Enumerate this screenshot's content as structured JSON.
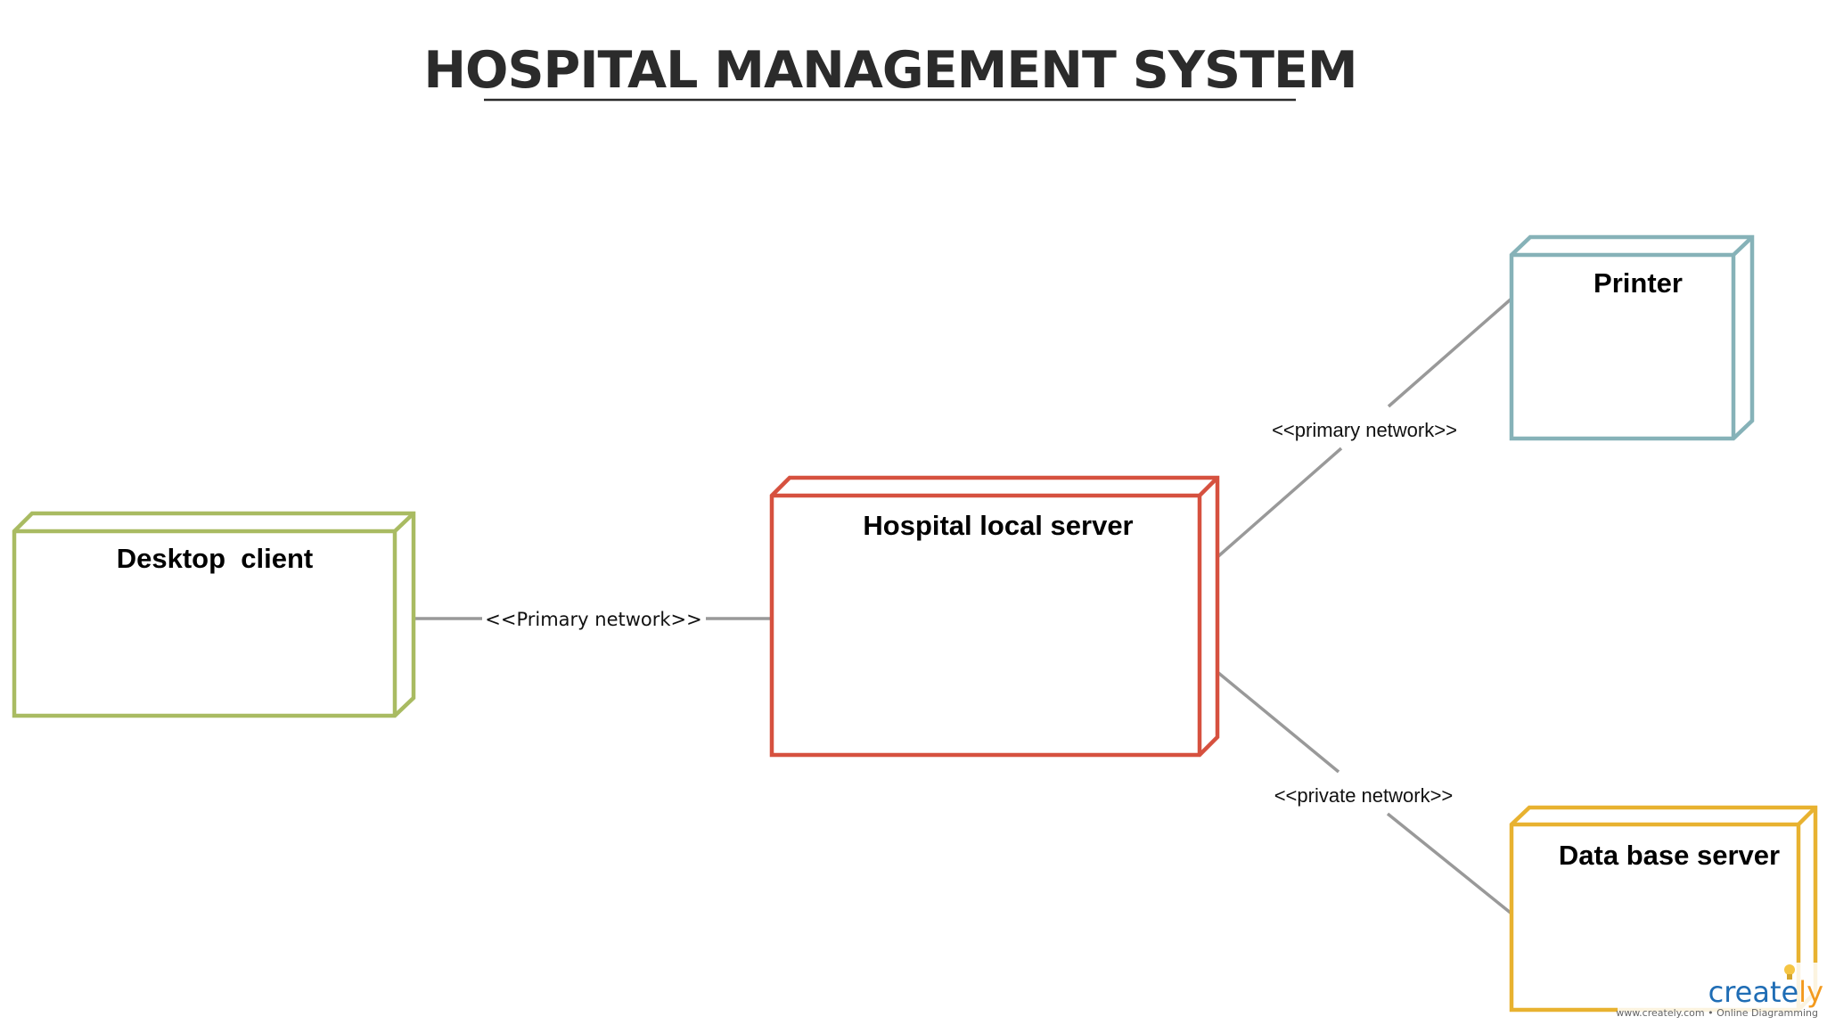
{
  "title": "HOSPITAL MANAGEMENT SYSTEM",
  "colors": {
    "title": "#2b2b2b",
    "connector": "#999999",
    "desktop_client": "#a9bb62",
    "hospital_server": "#d6513f",
    "printer": "#86b2b8",
    "database_server": "#e8b230",
    "logo_blue": "#1f6db5",
    "logo_orange": "#f39a1e"
  },
  "nodes": [
    {
      "id": "desktop_client",
      "label": "Desktop  client"
    },
    {
      "id": "hospital_server",
      "label": "Hospital local server"
    },
    {
      "id": "printer",
      "label": "Printer"
    },
    {
      "id": "database_server",
      "label": "Data base server"
    }
  ],
  "edges": [
    {
      "from": "desktop_client",
      "to": "hospital_server",
      "label": "<<Primary network>>"
    },
    {
      "from": "hospital_server",
      "to": "printer",
      "label": "<<primary network>>"
    },
    {
      "from": "hospital_server",
      "to": "database_server",
      "label": "<<private network>>"
    }
  ],
  "watermark": {
    "logo_main": "create",
    "logo_accent": "ly",
    "url_text": "www.creately.com • Online Diagramming"
  }
}
